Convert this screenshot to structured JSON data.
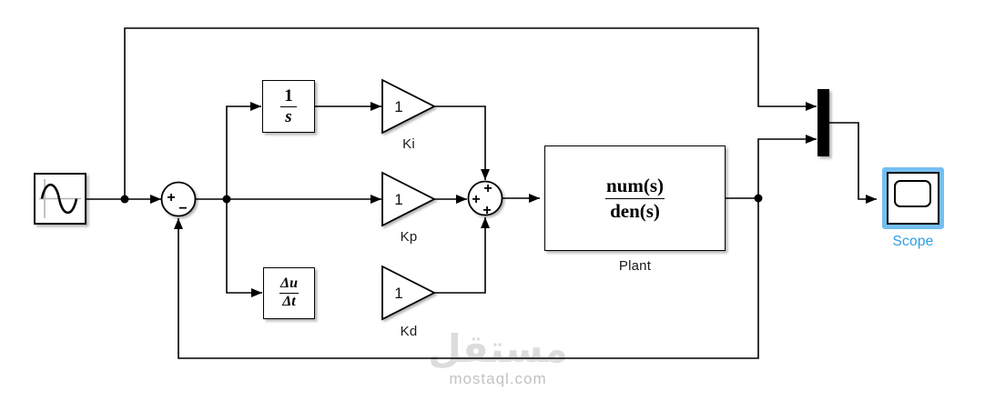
{
  "diagram": {
    "source": {
      "type": "sine-wave-source"
    },
    "sum_error": {
      "sign_plus": "+",
      "sign_minus": "−"
    },
    "integrator": {
      "numerator": "1",
      "denominator": "s"
    },
    "derivative": {
      "numerator": "Δu",
      "denominator": "Δt"
    },
    "gains": {
      "ki": {
        "value": "1",
        "label": "Ki"
      },
      "kp": {
        "value": "1",
        "label": "Kp"
      },
      "kd": {
        "value": "1",
        "label": "Kd"
      }
    },
    "sum_pid": {
      "sign_top": "+",
      "sign_left": "+",
      "sign_bottom": "+"
    },
    "plant": {
      "numerator": "num(s)",
      "denominator": "den(s)",
      "label": "Plant"
    },
    "mux": {
      "type": "mux",
      "inputs": 2
    },
    "scope": {
      "label": "Scope",
      "selected": true
    },
    "colors": {
      "wire": "#000000",
      "block_fill": "#ffffff",
      "selection_highlight": "#74bff1",
      "scope_label_blue": "#2e9ee5",
      "watermark_logo_gray": "#dcdcdc",
      "watermark_domain_gray": "#c2c2c2"
    }
  },
  "watermark": {
    "logo": "مستقل",
    "domain": "mostaql.com"
  }
}
